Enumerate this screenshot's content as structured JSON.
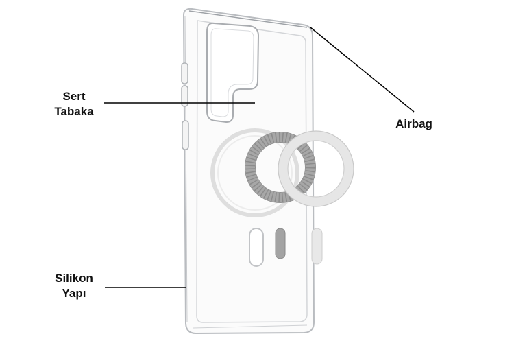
{
  "labels": {
    "hard_layer": {
      "line1": "Sert",
      "line2": "Tabaka"
    },
    "silicone": {
      "line1": "Silikon",
      "line2": "Yapı"
    },
    "airbag": {
      "text": "Airbag"
    }
  },
  "colors": {
    "background": "#ffffff",
    "label_text": "#111111",
    "leader_line": "#000000",
    "case_outline": "#b9bcc0",
    "magnet_ring_gray": "#a7a7a7",
    "magnet_ring_light": "#dcdcdc"
  }
}
